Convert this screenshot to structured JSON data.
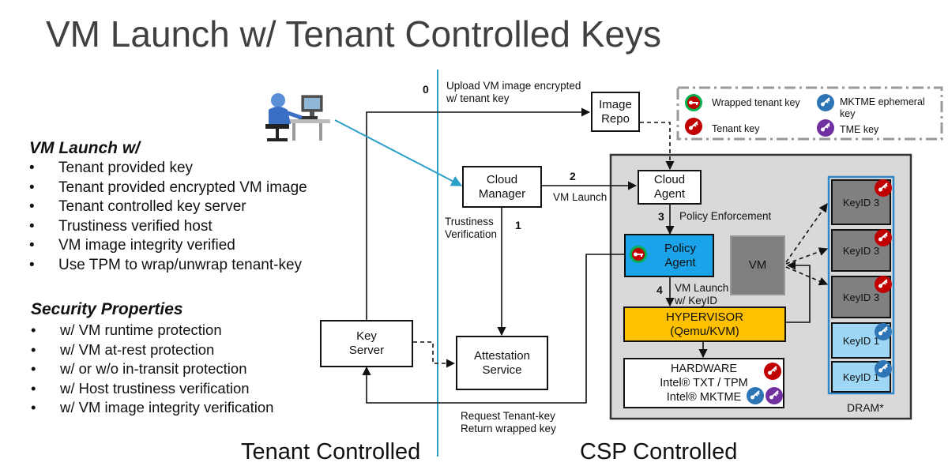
{
  "title": "VM Launch w/ Tenant Controlled Keys",
  "left_panel": {
    "vm_launch_heading": "VM Launch w/",
    "vm_launch_items": [
      "Tenant provided key",
      "Tenant provided encrypted VM image",
      "Tenant controlled key server",
      "Trustiness verified host",
      "VM image integrity verified",
      "Use TPM to wrap/unwrap tenant-key"
    ],
    "security_heading": "Security Properties",
    "security_items": [
      "w/ VM runtime protection",
      "w/ VM at-rest protection",
      "w/ or w/o in-transit protection",
      "w/ Host trustiness verification",
      "w/ VM image integrity verification"
    ]
  },
  "legend": {
    "wrapped_tenant_key": "Wrapped tenant key",
    "tenant_key": "Tenant key",
    "mktme_ephemeral_key_line1": "MKTME ephemeral",
    "mktme_ephemeral_key_line2": "key",
    "tme_key": "TME key"
  },
  "boxes": {
    "image_repo_line1": "Image",
    "image_repo_line2": "Repo",
    "cloud_manager_line1": "Cloud",
    "cloud_manager_line2": "Manager",
    "cloud_agent_line1": "Cloud",
    "cloud_agent_line2": "Agent",
    "policy_agent_line1": "Policy",
    "policy_agent_line2": "Agent",
    "vm": "VM",
    "hypervisor_line1": "HYPERVISOR",
    "hypervisor_line2": "(Qemu/KVM)",
    "hardware_line1": "HARDWARE",
    "hardware_line2": "Intel® TXT / TPM",
    "hardware_line3": "Intel® MKTME",
    "key_server_line1": "Key",
    "key_server_line2": "Server",
    "attestation_line1": "Attestation",
    "attestation_line2": "Service",
    "dram_label": "DRAM*",
    "keyid_slots": [
      "KeyID 3",
      "KeyID 3",
      "KeyID 3",
      "KeyID 1",
      "KeyID 1"
    ]
  },
  "steps": {
    "step0_num": "0",
    "step0_line1": "Upload VM image encrypted",
    "step0_line2": "w/ tenant key",
    "step1_num": "1",
    "step1_line1": "Trustiness",
    "step1_line2": "Verification",
    "step2_num": "2",
    "step2_label": "VM Launch",
    "step3_num": "3",
    "step3_label": "Policy Enforcement",
    "step4_num": "4",
    "step4_line1": "VM Launch",
    "step4_line2": "w/ KeyID",
    "request_line1": "Request Tenant-key",
    "request_line2": "Return wrapped key"
  },
  "regions": {
    "tenant_controlled": "Tenant Controlled",
    "csp_controlled": "CSP Controlled"
  },
  "colors": {
    "policy_agent_fill": "#1aa3e8",
    "hypervisor_fill": "#ffc000",
    "vm_fill": "#7f7f7f",
    "keyid3_fill": "#808080",
    "keyid1_fill": "#9dd7f5",
    "csp_area_fill": "#d9d9d9",
    "divider": "#2c9fc9",
    "tenant_key_red": "#c00000",
    "mktme_blue": "#2e75b6",
    "tme_purple": "#7030a0",
    "wrapped_green": "#00b050"
  }
}
